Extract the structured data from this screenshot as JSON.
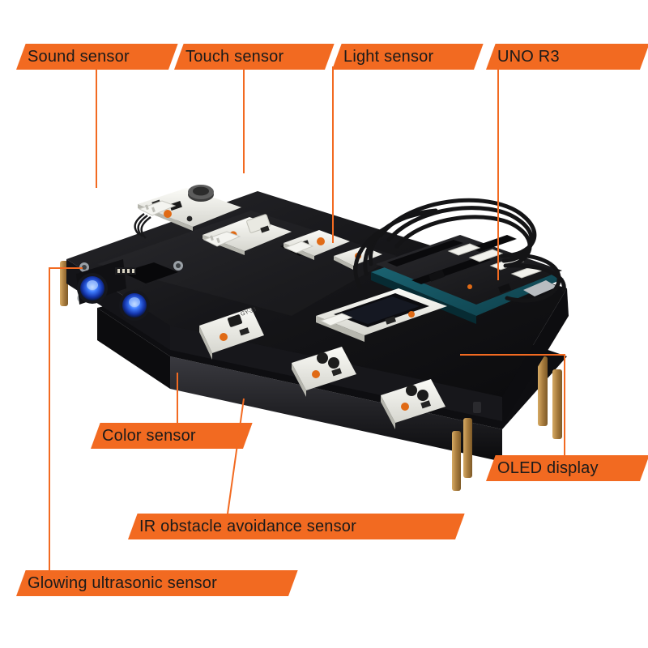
{
  "image": {
    "subject": "Arduino UNO R3 sensor kit assembled on two-layer black acrylic chassis",
    "background_color": "#ffffff",
    "accent_color": "#f26a21"
  },
  "callouts": [
    {
      "id": "sound-sensor",
      "label": "Sound sensor",
      "style": "light"
    },
    {
      "id": "touch-sensor",
      "label": "Touch sensor",
      "style": "light"
    },
    {
      "id": "light-sensor",
      "label": "Light sensor",
      "style": "light"
    },
    {
      "id": "uno-r3",
      "label": "UNO R3",
      "style": "light"
    },
    {
      "id": "color-sensor",
      "label": "Color sensor",
      "style": "light"
    },
    {
      "id": "oled-display",
      "label": "OLED display",
      "style": "light"
    },
    {
      "id": "ir-sensor",
      "label": "IR obstacle avoidance sensor",
      "style": "light"
    },
    {
      "id": "ultrasonic-sensor",
      "label": "Glowing ultrasonic sensor",
      "style": "light"
    }
  ],
  "colors": {
    "tag_orange": "#f26a21",
    "text_dark": "#1a1a1a",
    "acrylic_black": "#111114",
    "brass_standoff": "#b98a4a",
    "pcb_white": "#f2f2ee",
    "led_blue": "#1e4ed8"
  }
}
